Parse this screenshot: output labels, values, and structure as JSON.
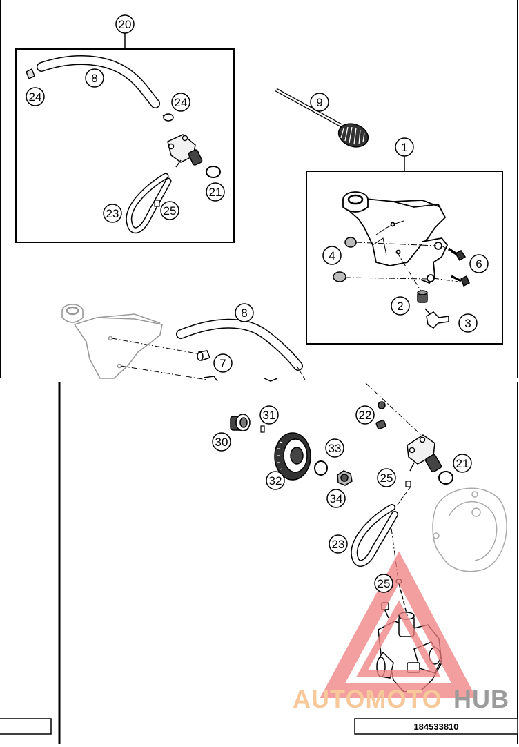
{
  "diagram": {
    "part_number_box": "184533810",
    "callouts": {
      "c20": "20",
      "c8a": "8",
      "c24a": "24",
      "c24b": "24",
      "c21a": "21",
      "c23a": "23",
      "c25a": "25",
      "c9": "9",
      "c1": "1",
      "c4": "4",
      "c6": "6",
      "c2": "2",
      "c3": "3",
      "c8b": "8",
      "c7": "7",
      "c31": "31",
      "c22": "22",
      "c30": "30",
      "c33": "33",
      "c21b": "21",
      "c25b": "25",
      "c32": "32",
      "c34": "34",
      "c23b": "23",
      "c25c": "25"
    }
  },
  "watermark": {
    "part1": "AUTOMOTO",
    "part2": "HUB",
    "color1": "#f6c89a",
    "color2": "#9b9b9b",
    "triangle_color": "#f08080"
  }
}
